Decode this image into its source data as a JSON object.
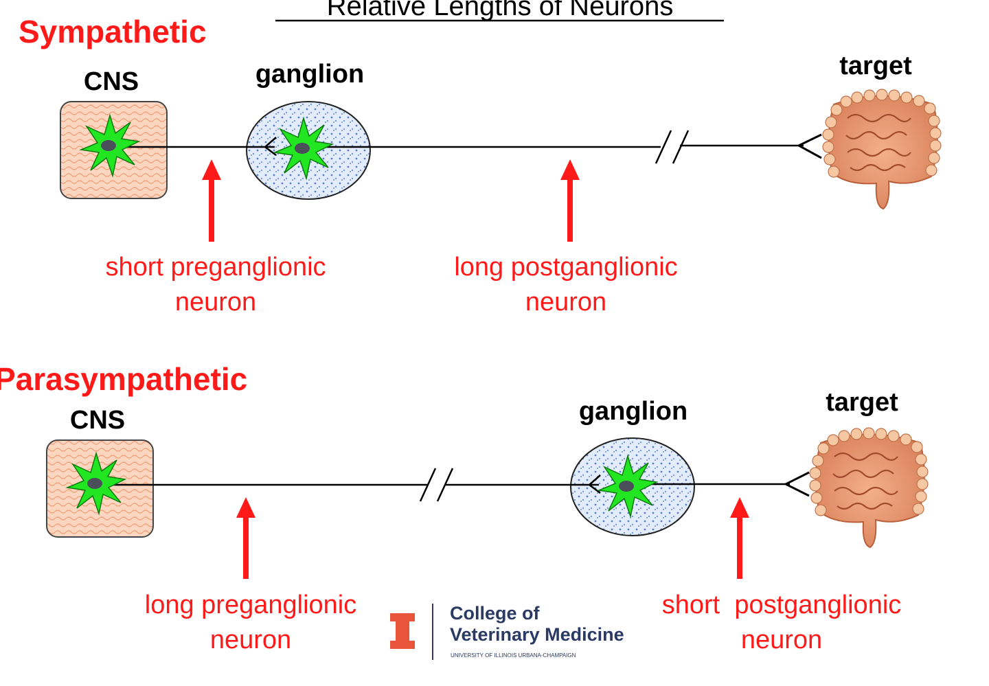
{
  "title": "Relative Lengths of Neurons",
  "colors": {
    "accent_red": "#ff1a1a",
    "neuron_green": "#22e622",
    "cns_fill": "#fbd7c2",
    "ganglion_fill": "#dde8fa",
    "logo_orange": "#e8553a",
    "logo_navy": "#2b3a63"
  },
  "sympathetic": {
    "heading": "Sympathetic",
    "cns_label": "CNS",
    "ganglion_label": "ganglion",
    "target_label": "target",
    "pre_label": [
      "short preganglionic",
      "neuron"
    ],
    "post_label": [
      "long postganglionic",
      "neuron"
    ]
  },
  "parasympathetic": {
    "heading": "Parasympathetic",
    "cns_label": "CNS",
    "ganglion_label": "ganglion",
    "target_label": "target",
    "pre_label": [
      "long preganglionic",
      "neuron"
    ],
    "post_label": [
      "short  postganglionic",
      "neuron"
    ]
  },
  "logo": {
    "mark": "I",
    "line1": "College of",
    "line2": "Veterinary Medicine",
    "line3": "UNIVERSITY OF ILLINOIS URBANA-CHAMPAIGN"
  },
  "icons": [
    "neuron-cell-icon",
    "intestine-icon",
    "illinois-block-i-icon",
    "axon-break-icon"
  ]
}
